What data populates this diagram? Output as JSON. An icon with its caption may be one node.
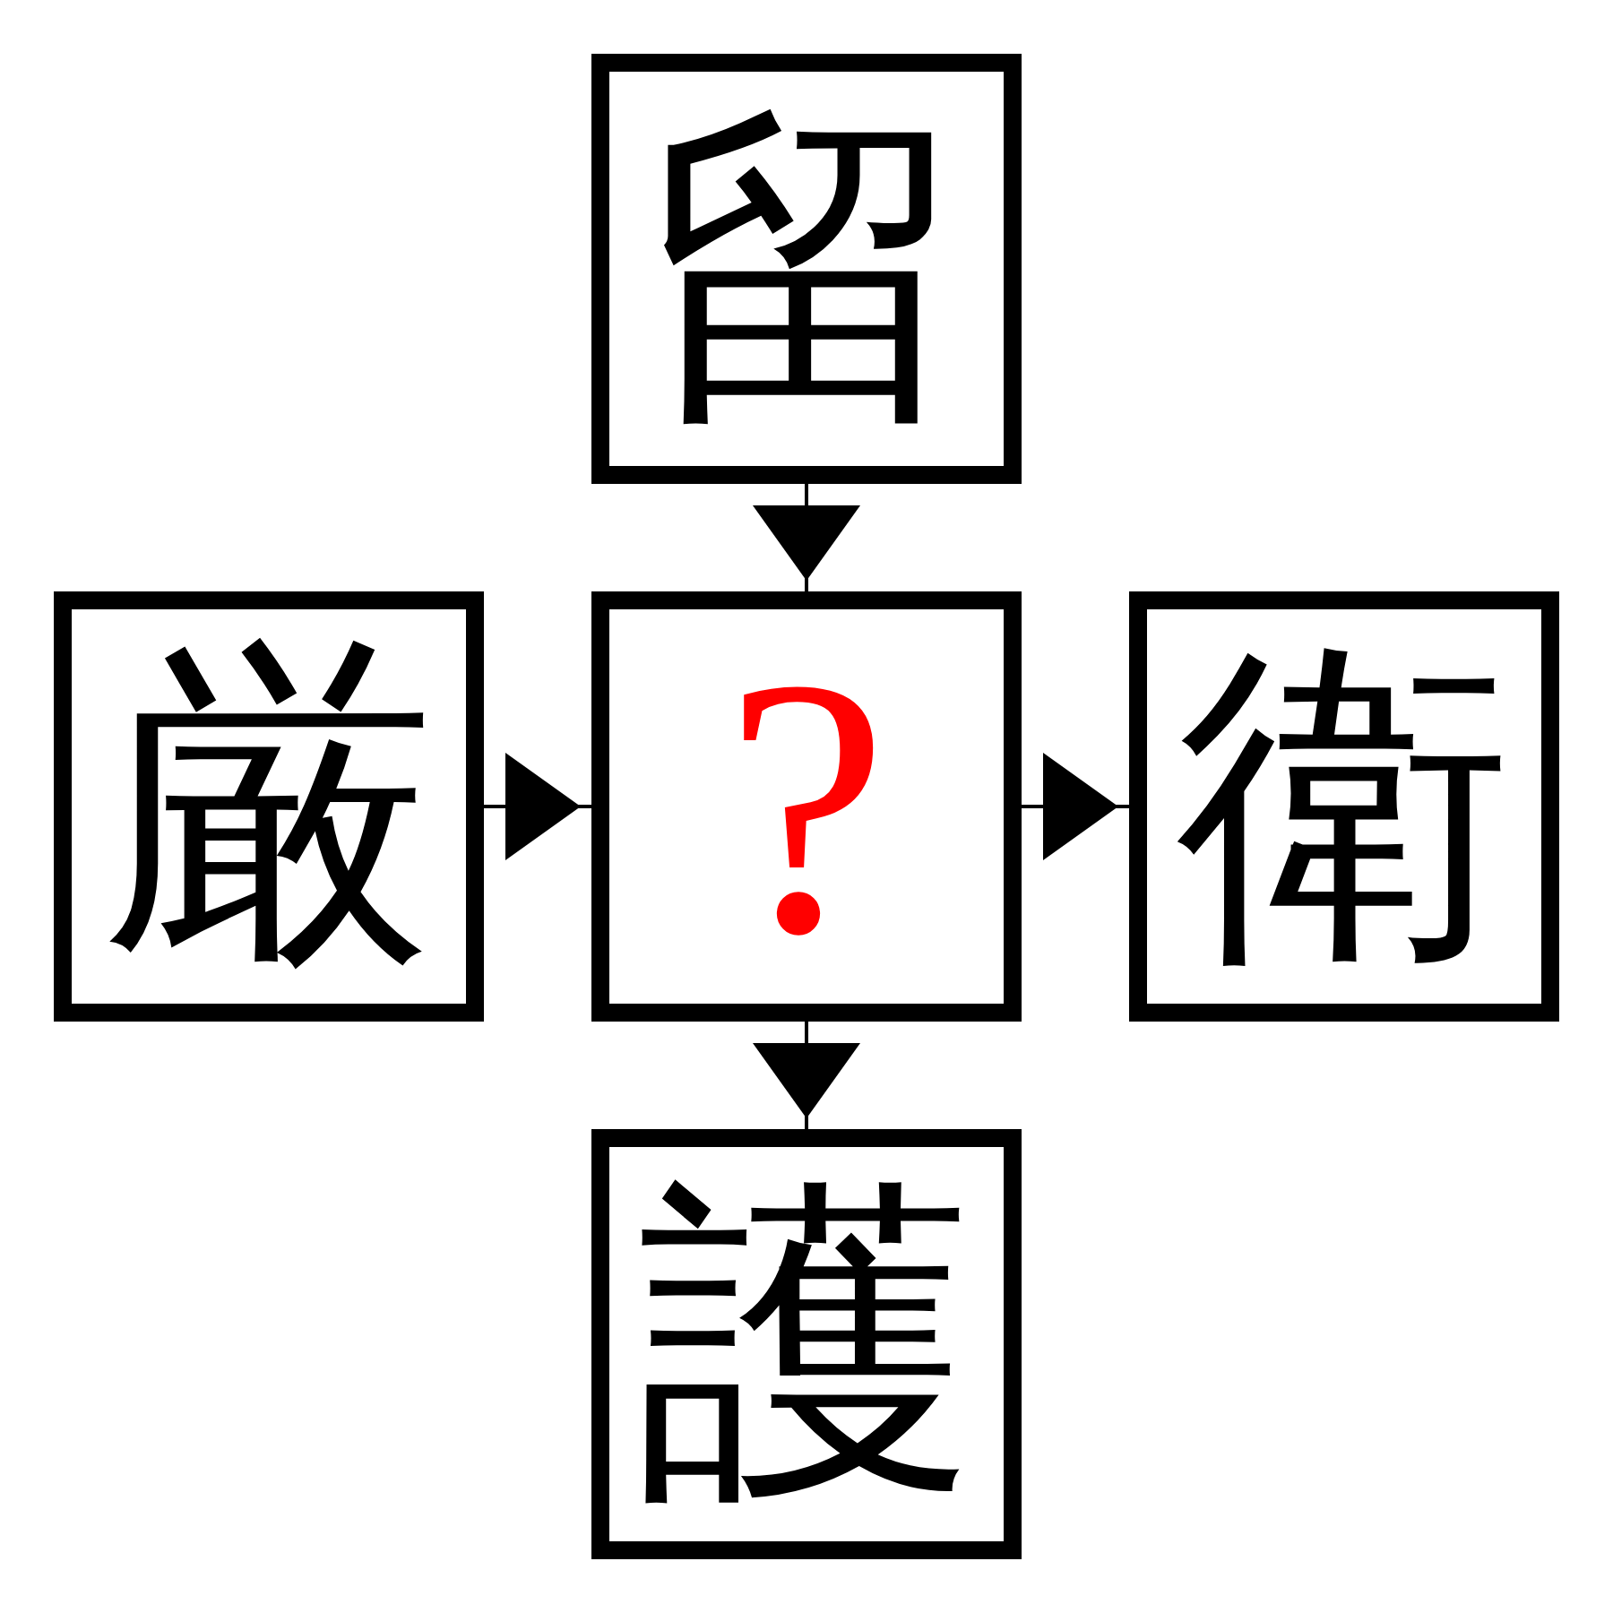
{
  "diagram": {
    "nodes": [
      {
        "text": [
          "留"
        ]
      },
      {
        "text": [
          "厳"
        ]
      },
      {
        "text": [
          "?"
        ]
      },
      {
        "text": [
          "衛"
        ]
      },
      {
        "text": [
          "護"
        ]
      }
    ],
    "edges": [
      {
        "from": 0,
        "to": 2,
        "arrow": "to"
      },
      {
        "from": 1,
        "to": 2,
        "arrow": "to"
      },
      {
        "from": 2,
        "to": 3,
        "arrow": "to"
      },
      {
        "from": 2,
        "to": 4,
        "arrow": "to"
      }
    ]
  }
}
